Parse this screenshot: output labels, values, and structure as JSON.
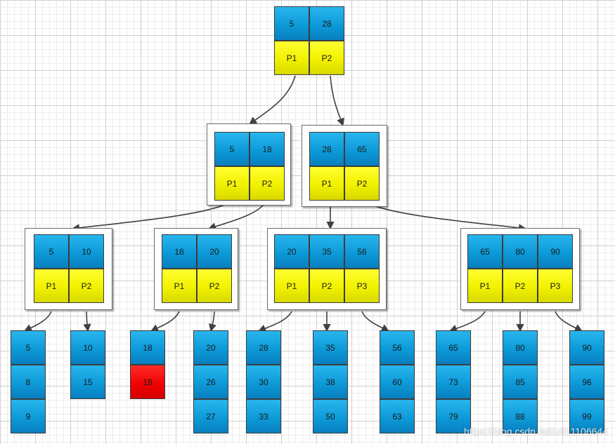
{
  "colors": {
    "key_cell": "#0d9ad8",
    "pointer_cell": "#f1f100",
    "highlight_cell": "#ee0000",
    "edge": "#404040"
  },
  "nodes": [
    {
      "id": "root",
      "keys": [
        "5",
        "28"
      ],
      "pointers": [
        "P1",
        "P2"
      ]
    },
    {
      "id": "n-5-18",
      "keys": [
        "5",
        "18"
      ],
      "pointers": [
        "P1",
        "P2"
      ]
    },
    {
      "id": "n-28-65",
      "keys": [
        "28",
        "65"
      ],
      "pointers": [
        "P1",
        "P2"
      ]
    },
    {
      "id": "n-5-10",
      "keys": [
        "5",
        "10"
      ],
      "pointers": [
        "P1",
        "P2"
      ]
    },
    {
      "id": "n-18-20",
      "keys": [
        "18",
        "20"
      ],
      "pointers": [
        "P1",
        "P2"
      ]
    },
    {
      "id": "n-20-35-56",
      "keys": [
        "20",
        "35",
        "56"
      ],
      "pointers": [
        "P1",
        "P2",
        "P3"
      ]
    },
    {
      "id": "n-65-80-90",
      "keys": [
        "65",
        "80",
        "90"
      ],
      "pointers": [
        "P1",
        "P2",
        "P3"
      ]
    }
  ],
  "leaves": [
    {
      "id": "leaf-5",
      "values": [
        "5",
        "8",
        "9"
      ]
    },
    {
      "id": "leaf-10",
      "values": [
        "10",
        "15"
      ]
    },
    {
      "id": "leaf-18",
      "values": [
        "18",
        "19"
      ],
      "highlight_index": 1
    },
    {
      "id": "leaf-20",
      "values": [
        "20",
        "26",
        "27"
      ]
    },
    {
      "id": "leaf-28",
      "values": [
        "28",
        "30",
        "33"
      ]
    },
    {
      "id": "leaf-35",
      "values": [
        "35",
        "38",
        "50"
      ]
    },
    {
      "id": "leaf-56",
      "values": [
        "56",
        "60",
        "63"
      ]
    },
    {
      "id": "leaf-65",
      "values": [
        "65",
        "73",
        "79"
      ]
    },
    {
      "id": "leaf-80",
      "values": [
        "80",
        "85",
        "88"
      ]
    },
    {
      "id": "leaf-90",
      "values": [
        "90",
        "96",
        "99"
      ]
    }
  ],
  "edges": [
    {
      "from": "root",
      "pointer": "P1",
      "to": "n-5-18"
    },
    {
      "from": "root",
      "pointer": "P2",
      "to": "n-28-65"
    },
    {
      "from": "n-5-18",
      "pointer": "P1",
      "to": "n-5-10"
    },
    {
      "from": "n-5-18",
      "pointer": "P2",
      "to": "n-18-20"
    },
    {
      "from": "n-28-65",
      "pointer": "P1",
      "to": "n-20-35-56"
    },
    {
      "from": "n-28-65",
      "pointer": "P2",
      "to": "n-65-80-90"
    },
    {
      "from": "n-5-10",
      "pointer": "P1",
      "to": "leaf-5"
    },
    {
      "from": "n-5-10",
      "pointer": "P2",
      "to": "leaf-10"
    },
    {
      "from": "n-18-20",
      "pointer": "P1",
      "to": "leaf-18"
    },
    {
      "from": "n-18-20",
      "pointer": "P2",
      "to": "leaf-20"
    },
    {
      "from": "n-20-35-56",
      "pointer": "P1",
      "to": "leaf-28"
    },
    {
      "from": "n-20-35-56",
      "pointer": "P2",
      "to": "leaf-35"
    },
    {
      "from": "n-20-35-56",
      "pointer": "P3",
      "to": "leaf-56"
    },
    {
      "from": "n-65-80-90",
      "pointer": "P1",
      "to": "leaf-65"
    },
    {
      "from": "n-65-80-90",
      "pointer": "P2",
      "to": "leaf-80"
    },
    {
      "from": "n-65-80-90",
      "pointer": "P3",
      "to": "leaf-90"
    }
  ],
  "watermark": "https://blog.csdn.net/u011106644"
}
